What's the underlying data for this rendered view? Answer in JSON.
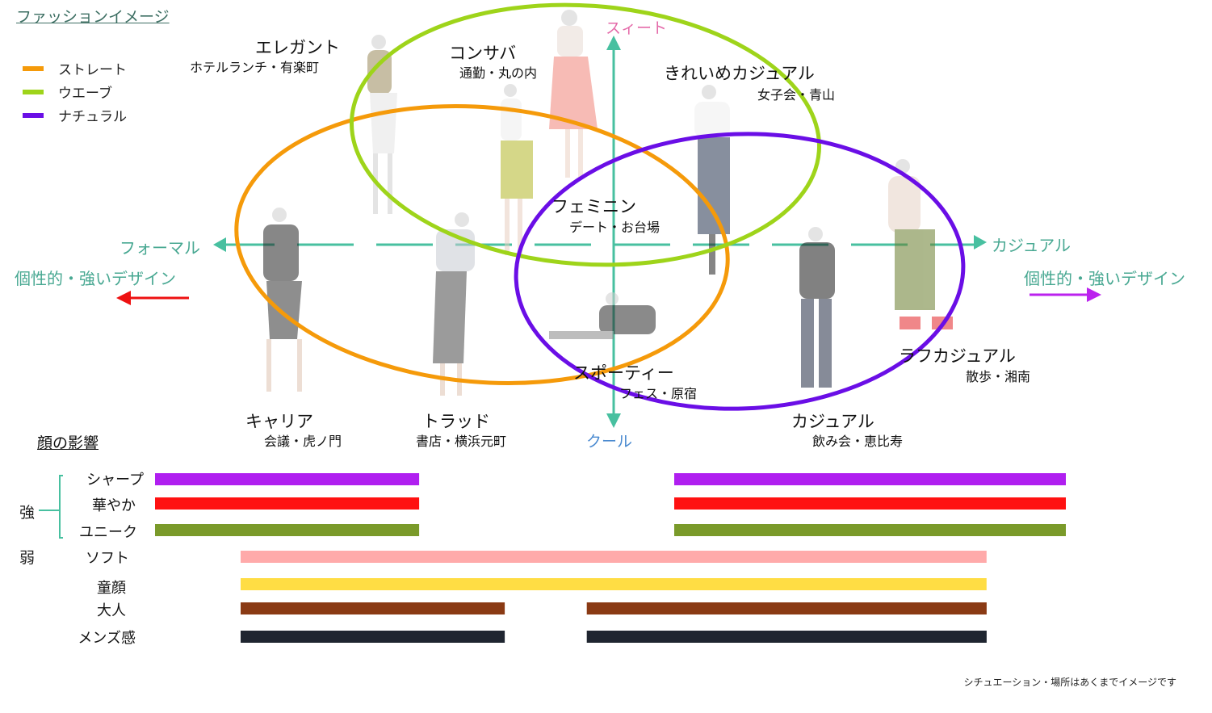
{
  "title": "ファッションイメージ",
  "legend": [
    {
      "label": "ストレート",
      "color": "#f59a0a"
    },
    {
      "label": "ウエーブ",
      "color": "#9ed41a"
    },
    {
      "label": "ナチュラル",
      "color": "#6a0ee6"
    }
  ],
  "axes": {
    "top": "スィート",
    "bottom": "クール",
    "left": "フォーマル",
    "right": "カジュアル",
    "left_note": "個性的・強いデザイン",
    "right_note": "個性的・強いデザイン",
    "left_arrow_color": "#ee1111",
    "right_arrow_color": "#bb22ee"
  },
  "styles": [
    {
      "name": "エレガント",
      "place": "ホテルランチ・有楽町"
    },
    {
      "name": "コンサバ",
      "place": "通勤・丸の内"
    },
    {
      "name": "きれいめカジュアル",
      "place": "女子会・青山"
    },
    {
      "name": "フェミニン",
      "place": "デート・お台場"
    },
    {
      "name": "スポーティー",
      "place": "フェス・原宿"
    },
    {
      "name": "ラフカジュアル",
      "place": "散歩・湘南"
    },
    {
      "name": "キャリア",
      "place": "会議・虎ノ門"
    },
    {
      "name": "トラッド",
      "place": "書店・横浜元町"
    },
    {
      "name": "カジュアル",
      "place": "飲み会・恵比寿"
    }
  ],
  "face": {
    "subtitle": "顔の影響",
    "strong_label": "強",
    "weak_label": "弱",
    "rows": [
      {
        "label": "シャープ",
        "color": "#b01ff0",
        "ranges": [
          [
            0.0,
            0.29
          ],
          [
            0.57,
            1.0
          ]
        ]
      },
      {
        "label": "華やか",
        "color": "#ff1111",
        "ranges": [
          [
            0.0,
            0.29
          ],
          [
            0.57,
            1.0
          ]
        ]
      },
      {
        "label": "ユニーク",
        "color": "#7a9a2a",
        "ranges": [
          [
            0.0,
            0.29
          ],
          [
            0.57,
            1.0
          ]
        ]
      },
      {
        "label": "ソフト",
        "color": "#ffaaaa",
        "ranges": [
          [
            0.094,
            0.913
          ]
        ]
      },
      {
        "label": "童顔",
        "color": "#ffdd44",
        "ranges": [
          [
            0.094,
            0.913
          ]
        ]
      },
      {
        "label": "大人",
        "color": "#8a3a14",
        "ranges": [
          [
            0.094,
            0.384
          ],
          [
            0.474,
            0.913
          ]
        ]
      },
      {
        "label": "メンズ感",
        "color": "#1f2530",
        "ranges": [
          [
            0.094,
            0.384
          ],
          [
            0.474,
            0.913
          ]
        ]
      }
    ]
  },
  "footnote": "シチュエーション・場所はあくまでイメージです"
}
